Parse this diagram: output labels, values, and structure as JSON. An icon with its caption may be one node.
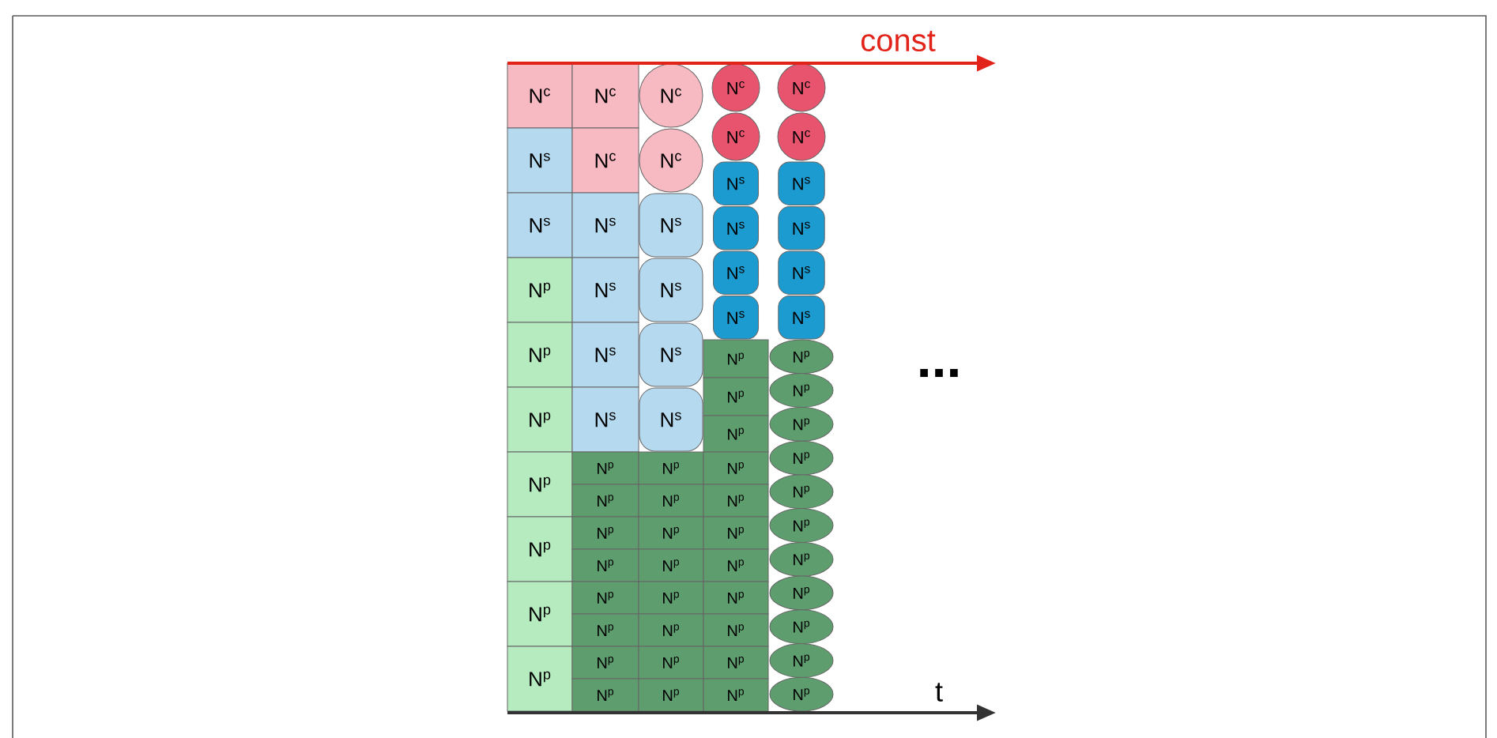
{
  "diagram": {
    "nodes": [
      {
        "text": [
          "N$^{c}$"
        ]
      },
      {
        "text": [
          "N$^{s}$"
        ]
      },
      {
        "text": [
          "N$^{s}$"
        ]
      },
      {
        "text": [
          "N$^{p}$"
        ]
      },
      {
        "text": [
          "N$^{p}$"
        ]
      },
      {
        "text": [
          "N$^{p}$"
        ]
      },
      {
        "text": [
          "N$^{p}$"
        ]
      },
      {
        "text": [
          "N$^{p}$"
        ]
      },
      {
        "text": [
          "N$^{p}$"
        ]
      },
      {
        "text": [
          "N$^{p}$"
        ]
      },
      {
        "text": [
          "N$^{c}$"
        ]
      },
      {
        "text": [
          "N$^{c}$"
        ]
      },
      {
        "text": [
          "N$^{s}$"
        ]
      },
      {
        "text": [
          "N$^{s}$"
        ]
      },
      {
        "text": [
          "N$^{s}$"
        ]
      },
      {
        "text": [
          "N$^{s}$"
        ]
      },
      {
        "text": [
          "N$^{p}$"
        ]
      },
      {
        "text": [
          "N$^{p}$"
        ]
      },
      {
        "text": [
          "N$^{p}$"
        ]
      },
      {
        "text": [
          "N$^{p}$"
        ]
      },
      {
        "text": [
          "N$^{p}$"
        ]
      },
      {
        "text": [
          "N$^{p}$"
        ]
      },
      {
        "text": [
          "N$^{p}$"
        ]
      },
      {
        "text": [
          "N$^{p}$"
        ]
      },
      {
        "text": [
          "N$^{c}$"
        ]
      },
      {
        "text": [
          "N$^{c}$"
        ]
      },
      {
        "text": [
          "N$^{s}$"
        ]
      },
      {
        "text": [
          "N$^{s}$"
        ]
      },
      {
        "text": [
          "N$^{s}$"
        ]
      },
      {
        "text": [
          "N$^{s}$"
        ]
      },
      {
        "text": [
          "N$^{p}$"
        ]
      },
      {
        "text": [
          "N$^{p}$"
        ]
      },
      {
        "text": [
          "N$^{p}$"
        ]
      },
      {
        "text": [
          "N$^{p}$"
        ]
      },
      {
        "text": [
          "N$^{p}$"
        ]
      },
      {
        "text": [
          "N$^{p}$"
        ]
      },
      {
        "text": [
          "N$^{p}$"
        ]
      },
      {
        "text": [
          "N$^{p}$"
        ]
      },
      {
        "text": [
          "N$^{c}$"
        ]
      },
      {
        "text": [
          "N$^{c}$"
        ]
      },
      {
        "text": [
          "N$^{s}$"
        ]
      },
      {
        "text": [
          "N$^{s}$"
        ]
      },
      {
        "text": [
          "N$^{s}$"
        ]
      },
      {
        "text": [
          "N$^{s}$"
        ]
      },
      {
        "text": [
          "N$^{p}$"
        ]
      },
      {
        "text": [
          "N$^{p}$"
        ]
      },
      {
        "text": [
          "N$^{p}$"
        ]
      },
      {
        "text": [
          "N$^{p}$"
        ]
      },
      {
        "text": [
          "N$^{p}$"
        ]
      },
      {
        "text": [
          "N$^{p}$"
        ]
      },
      {
        "text": [
          "N$^{p}$"
        ]
      },
      {
        "text": [
          "N$^{p}$"
        ]
      },
      {
        "text": [
          "N$^{p}$"
        ]
      },
      {
        "text": [
          "N$^{p}$"
        ]
      },
      {
        "text": [
          "N$^{p}$"
        ]
      },
      {
        "text": [
          "N$^{c}$"
        ]
      },
      {
        "text": [
          "N$^{c}$"
        ]
      },
      {
        "text": [
          "N$^{s}$"
        ]
      },
      {
        "text": [
          "N$^{s}$"
        ]
      },
      {
        "text": [
          "N$^{s}$"
        ]
      },
      {
        "text": [
          "N$^{s}$"
        ]
      },
      {
        "text": [
          "N$^{p}$"
        ]
      },
      {
        "text": [
          "N$^{p}$"
        ]
      },
      {
        "text": [
          "N$^{p}$"
        ]
      },
      {
        "text": [
          "N$^{p}$"
        ]
      },
      {
        "text": [
          "N$^{p}$"
        ]
      },
      {
        "text": [
          "N$^{p}$"
        ]
      },
      {
        "text": [
          "N$^{p}$"
        ]
      },
      {
        "text": [
          "N$^{p}$"
        ]
      },
      {
        "text": [
          "N$^{p}$"
        ]
      },
      {
        "text": [
          "N$^{p}$"
        ]
      },
      {
        "text": [
          "N$^{p}$"
        ]
      }
    ],
    "labels": [
      "const",
      "t",
      "..."
    ]
  }
}
